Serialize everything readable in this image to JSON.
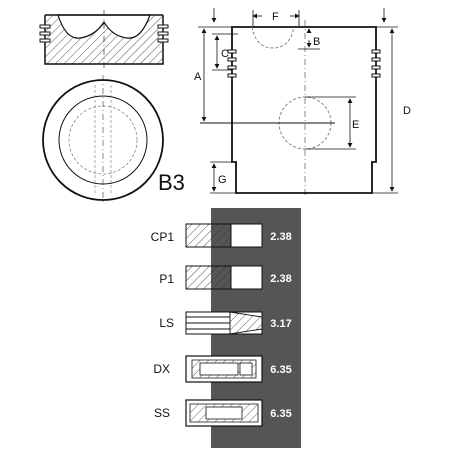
{
  "model": "B3",
  "dimension_labels": {
    "a": "A",
    "b": "B",
    "c": "C",
    "d": "D",
    "e": "E",
    "f": "F",
    "g": "G"
  },
  "rings": [
    {
      "name": "CP1",
      "value": "2.38"
    },
    {
      "name": "P1",
      "value": "2.38"
    },
    {
      "name": "LS",
      "value": "3.17"
    },
    {
      "name": "DX",
      "value": "6.35"
    },
    {
      "name": "SS",
      "value": "6.35"
    }
  ],
  "colors": {
    "line": "#111111",
    "ring_panel": "#555555",
    "hatch": "#333333",
    "value_text": "#ffffff"
  }
}
